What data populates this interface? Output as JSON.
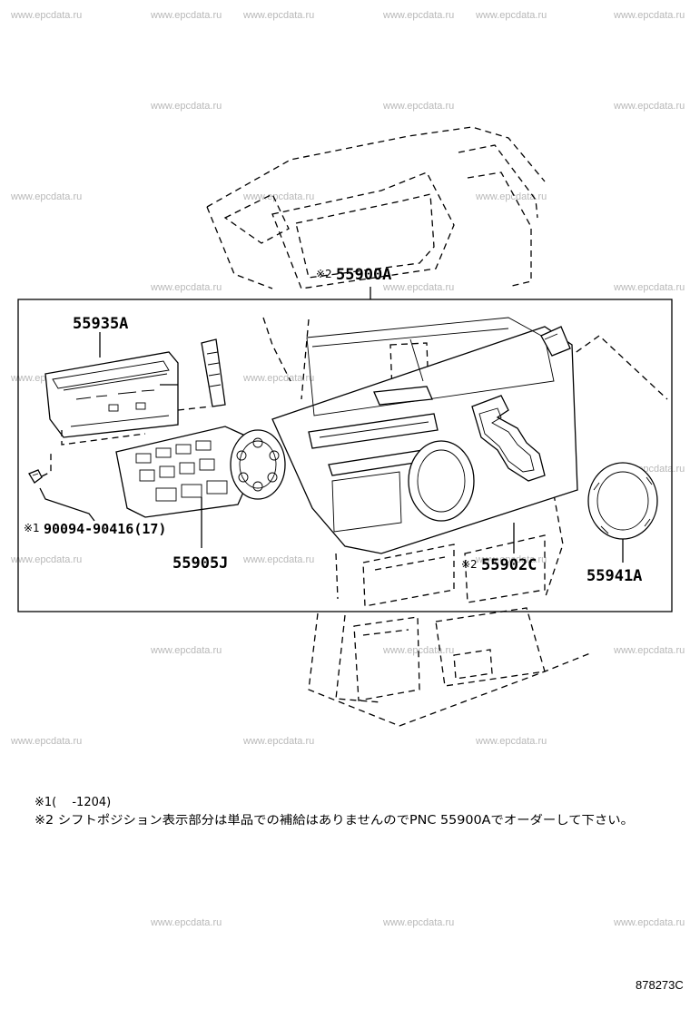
{
  "watermark": "www.epcdata.ru",
  "callouts": {
    "assembly_mark": "※2",
    "assembly_part": "55900A",
    "display_part": "55935A",
    "screw_mark": "※1",
    "screw_part": "90094-90416(17)",
    "control_part": "55905J",
    "panel_mark": "※2",
    "panel_part": "55902C",
    "ring_part": "55941A"
  },
  "notes": {
    "note1": "※1(　 -1204)",
    "note2": "※2 シフトポジション表示部分は単品での補給はありませんのでPNC 55900Aでオーダーして下さい。"
  },
  "figure_id": "878273C"
}
